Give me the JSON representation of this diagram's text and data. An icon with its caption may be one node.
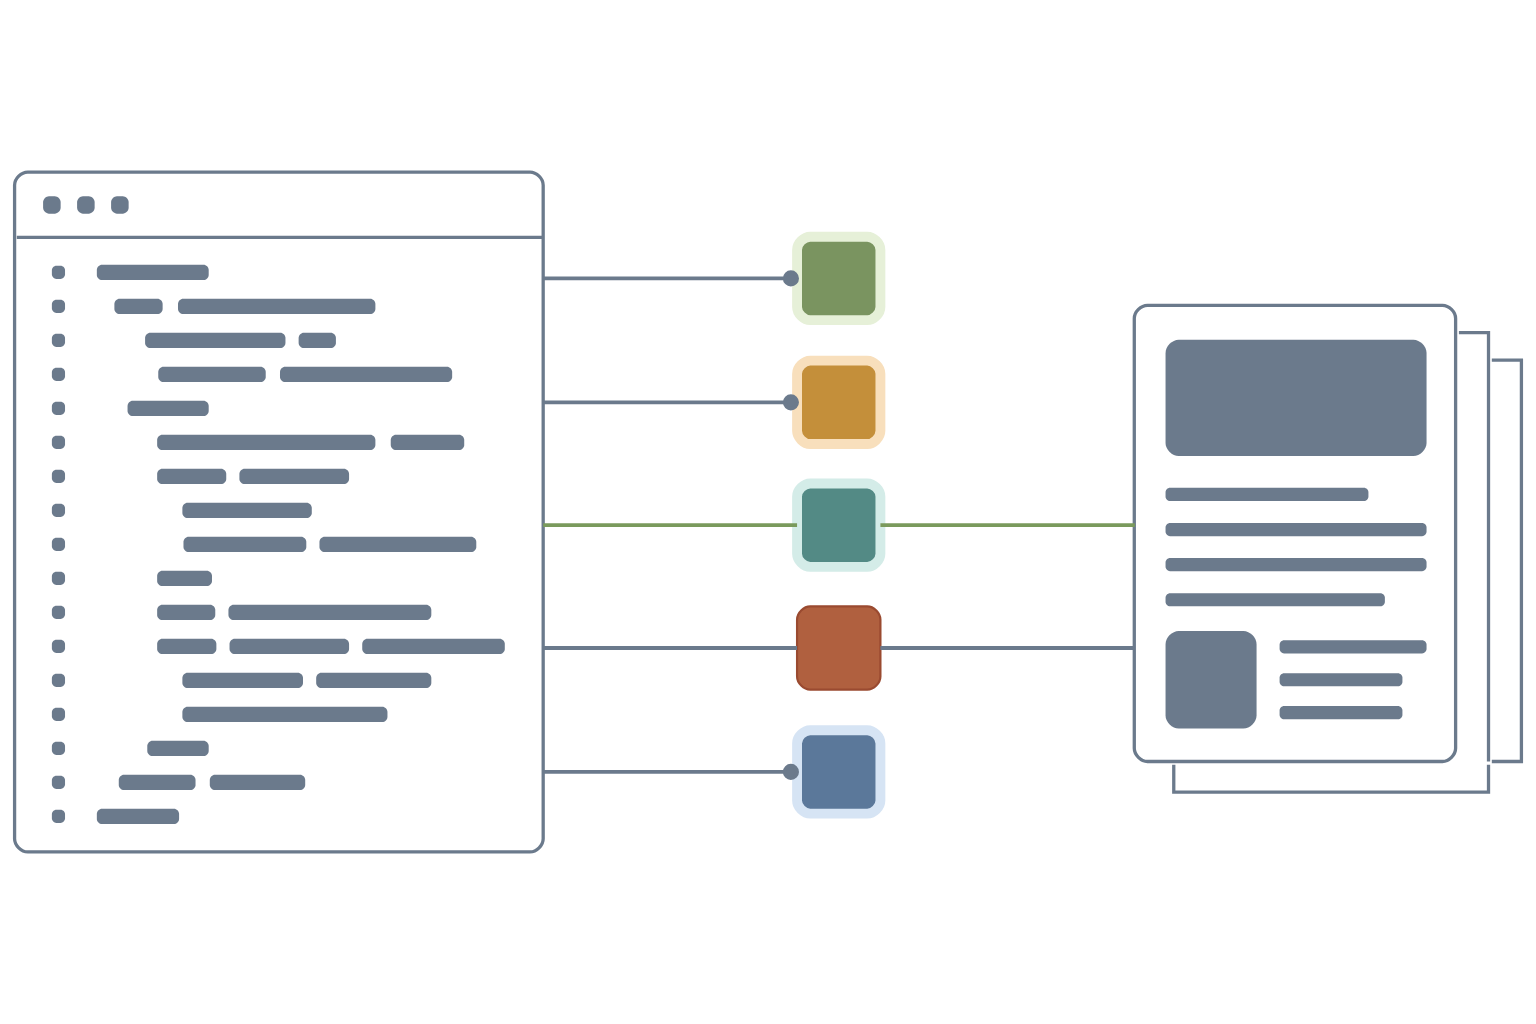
{
  "diagram": {
    "nodes": [
      {
        "text": [],
        "shape": "picture"
      },
      {
        "text": [],
        "shape": "box"
      },
      {
        "text": [],
        "shape": "box"
      },
      {
        "text": [],
        "shape": "box"
      },
      {
        "text": [],
        "shape": "box"
      },
      {
        "text": [],
        "shape": "box"
      },
      {
        "text": [],
        "shape": "picture"
      }
    ],
    "edges": [
      {
        "from": 0,
        "to": 1,
        "arrow": "other"
      },
      {
        "from": 0,
        "to": 2,
        "arrow": "other"
      },
      {
        "from": 0,
        "to": 3,
        "arrow": "none",
        "color": "#7a9a5c"
      },
      {
        "from": 3,
        "to": 6,
        "arrow": "none",
        "color": "#7a9a5c"
      },
      {
        "from": 0,
        "to": 4,
        "arrow": "none"
      },
      {
        "from": 4,
        "to": 6,
        "arrow": "none"
      },
      {
        "from": 0,
        "to": 5,
        "arrow": "other"
      }
    ]
  }
}
